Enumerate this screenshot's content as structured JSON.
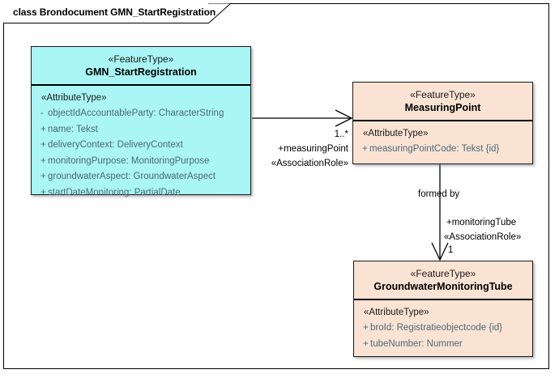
{
  "frame": {
    "title": "class Brondocument GMN_StartRegistration"
  },
  "colors": {
    "cyan_fill": "#aaf5f5",
    "peach_fill": "#fbe3d3",
    "border": "#1a1a1a",
    "attribute_text": "#4a6a7a",
    "connector": "#000000",
    "canvas": "#ffffff"
  },
  "classes": [
    {
      "id": "gmn-startregistration",
      "stereotype": "«FeatureType»",
      "name": "GMN_StartRegistration",
      "fill": "cyan",
      "compartment_stereotype": "«AttributeType»",
      "attributes": [
        {
          "visibility": "-",
          "text": "objectIdAccountableParty: CharacterString"
        },
        {
          "visibility": "+",
          "text": "name: Tekst"
        },
        {
          "visibility": "+",
          "text": "deliveryContext: DeliveryContext"
        },
        {
          "visibility": "+",
          "text": "monitoringPurpose: MonitoringPurpose"
        },
        {
          "visibility": "+",
          "text": "groundwaterAspect: GroundwaterAspect"
        },
        {
          "visibility": "+",
          "text": "startDateMonitoring: PartialDate"
        }
      ]
    },
    {
      "id": "measuringpoint",
      "stereotype": "«FeatureType»",
      "name": "MeasuringPoint",
      "fill": "peach",
      "compartment_stereotype": "«AttributeType»",
      "attributes": [
        {
          "visibility": "+",
          "text": "measuringPointCode: Tekst {id}"
        }
      ]
    },
    {
      "id": "groundwatermonitoringtube",
      "stereotype": "«FeatureType»",
      "name": "GroundwaterMonitoringTube",
      "fill": "peach",
      "compartment_stereotype": "«AttributeType»",
      "attributes": [
        {
          "visibility": "+",
          "text": "broId: Registratieobjectcode {id}"
        },
        {
          "visibility": "+",
          "text": "tubeNumber: Nummer"
        }
      ]
    }
  ],
  "associations": [
    {
      "id": "gmn-to-measuringpoint",
      "multiplicity": "1..*",
      "role": "+measuringPoint",
      "stereotype": "«AssociationRole»"
    },
    {
      "id": "measuringpoint-to-tube",
      "name": "formed by",
      "role": "+monitoringTube",
      "stereotype": "«AssociationRole»",
      "multiplicity": "1"
    }
  ]
}
